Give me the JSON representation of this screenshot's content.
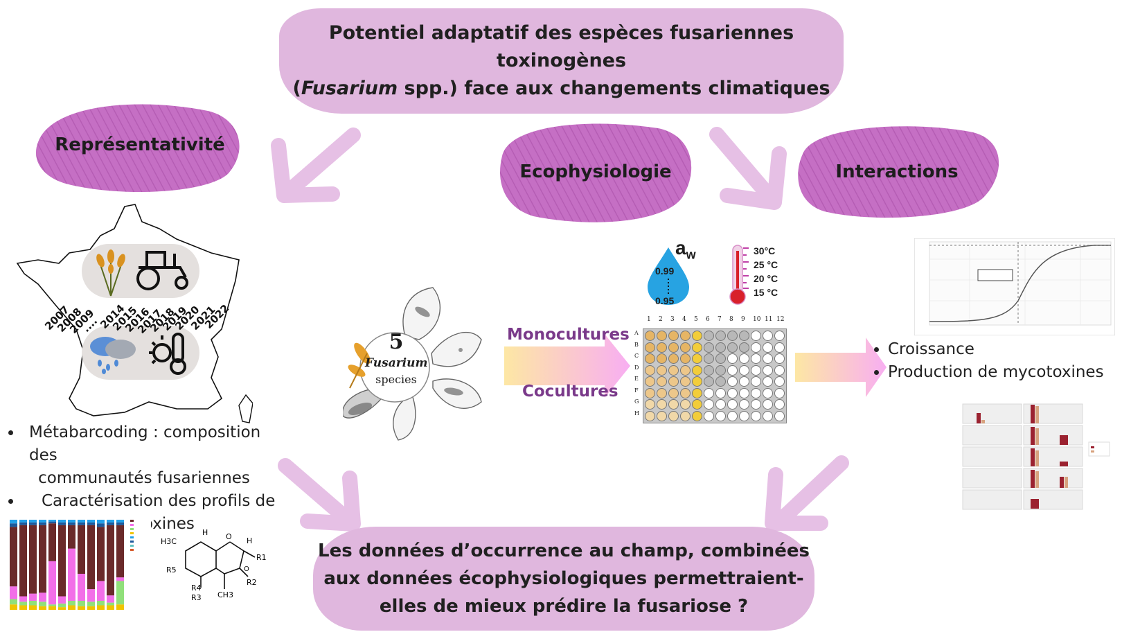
{
  "title_line1": "Potentiel adaptatif des espèces fusariennes toxinogènes",
  "title_line2_italic": "Fusarium",
  "title_line2_rest": " spp.) face aux changements climatiques",
  "title_line2_open": "(",
  "themes": {
    "left": "Représentativité",
    "middle": "Ecophysiologie",
    "right": "Interactions"
  },
  "years_left": [
    "2007",
    "2008",
    "2009",
    "....",
    "2014",
    "2015",
    "2016",
    "2017",
    "2018",
    "2019",
    "2020",
    "2021",
    "2022"
  ],
  "fusarium_badge": {
    "number": "5",
    "word": "Fusarium",
    "species": "species"
  },
  "culture_labels": {
    "mono": "Monocultures",
    "co": "Cocultures"
  },
  "water_activity": {
    "symbol": "a",
    "subscript": "w",
    "high": "0.99",
    "low": "0.95"
  },
  "temperatures": [
    "30°C",
    "25 °C",
    "20 °C",
    "15 °C"
  ],
  "plate": {
    "columns": [
      "1",
      "2",
      "3",
      "4",
      "5",
      "6",
      "7",
      "8",
      "9",
      "10",
      "11",
      "12"
    ],
    "rows": [
      "A",
      "B",
      "C",
      "D",
      "E",
      "F",
      "G",
      "H"
    ]
  },
  "left_bullets": {
    "b1_line1": "Métabarcoding : composition des",
    "b1_line2": "communautés fusariennes",
    "b2_line1": "Caractérisation des profils de",
    "b2_line2": "mycotoxines"
  },
  "right_bullets": [
    "Croissance",
    "Production de mycotoxines"
  ],
  "bottom_line1": "Les données d’occurrence au champ, combinées",
  "bottom_line2": "aux données écophysiologiques permettraient-",
  "bottom_line3": "elles de mieux prédire la fusariose ?",
  "chemical_labels": {
    "h3c": "H3C",
    "r1": "R1",
    "r2": "R2",
    "r3": "R3",
    "r4": "R4",
    "r5": "R5",
    "ch3": "CH3",
    "h_top": "H",
    "h_right": "H",
    "o_ring": "O",
    "o_epox": "O"
  },
  "colors": {
    "bubble": "#e0b7de",
    "scribble": "#c36fc2",
    "arrow": "#e7c0e6",
    "culture_label": "#7a3a8a"
  }
}
